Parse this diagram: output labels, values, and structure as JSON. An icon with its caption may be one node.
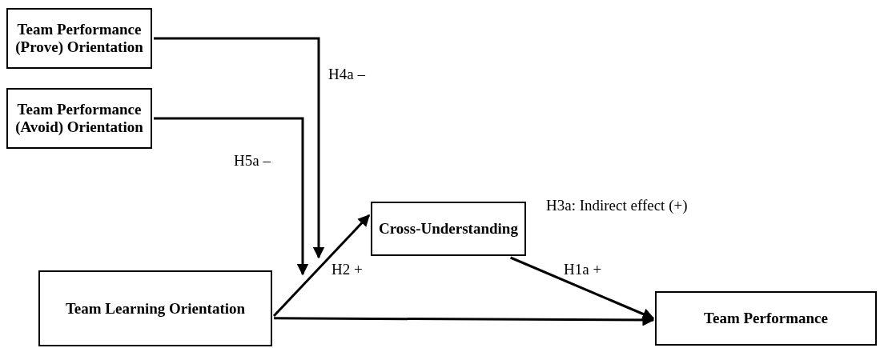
{
  "diagram": {
    "nodes": [
      {
        "text": [
          "Team Performance (Prove) Orientation"
        ]
      },
      {
        "text": [
          "Team Performance (Avoid) Orientation"
        ]
      },
      {
        "text": [
          "Cross-Understanding"
        ]
      },
      {
        "text": [
          "Team Learning Orientation"
        ]
      },
      {
        "text": [
          "Team Performance"
        ]
      }
    ],
    "edges": [
      {
        "from": 0,
        "to": null,
        "arrow": "to",
        "label": "H4a –"
      },
      {
        "from": 1,
        "to": null,
        "arrow": "to",
        "label": "H5a –"
      },
      {
        "from": 3,
        "to": 2,
        "arrow": "to",
        "label": "H2 +"
      },
      {
        "from": 2,
        "to": 4,
        "arrow": "to",
        "label": "H1a +"
      },
      {
        "from": 3,
        "to": 4,
        "arrow": "to"
      }
    ],
    "labels": [
      "H3a: Indirect effect (+)"
    ]
  }
}
